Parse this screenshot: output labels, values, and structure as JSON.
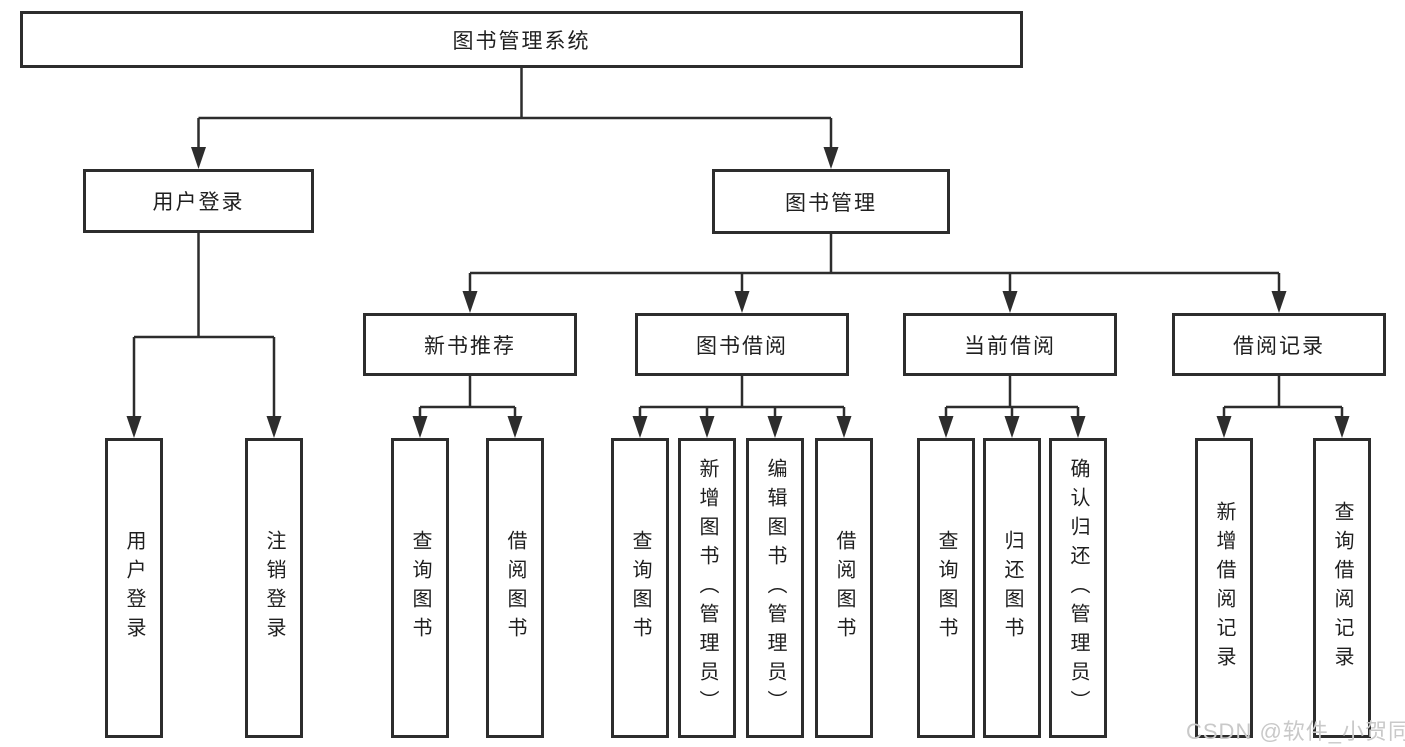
{
  "diagram": {
    "title": "图书管理系统",
    "level2": [
      "用户登录",
      "图书管理"
    ],
    "level3": [
      "新书推荐",
      "图书借阅",
      "当前借阅",
      "借阅记录"
    ],
    "level4": {
      "user_login": [
        "用户登录",
        "注销登录"
      ],
      "new_book_recommend": [
        "查询图书",
        "借阅图书"
      ],
      "book_borrow": [
        "查询图书",
        "新增图书（管理员）",
        "编辑图书（管理员）",
        "借阅图书"
      ],
      "current_borrow": [
        "查询图书",
        "归还图书",
        "确认归还（管理员）"
      ],
      "borrow_record": [
        "新增借阅记录",
        "查询借阅记录"
      ]
    }
  },
  "watermark": {
    "text": "CSDN @软件_小贺同学"
  },
  "colors": {
    "line": "#2d2d2d",
    "box_border": "#2d2d2d",
    "box_background": "#ffffff",
    "text": "#1f1f1f",
    "watermark": "#c9c9c9",
    "canvas": "#ffffff"
  }
}
